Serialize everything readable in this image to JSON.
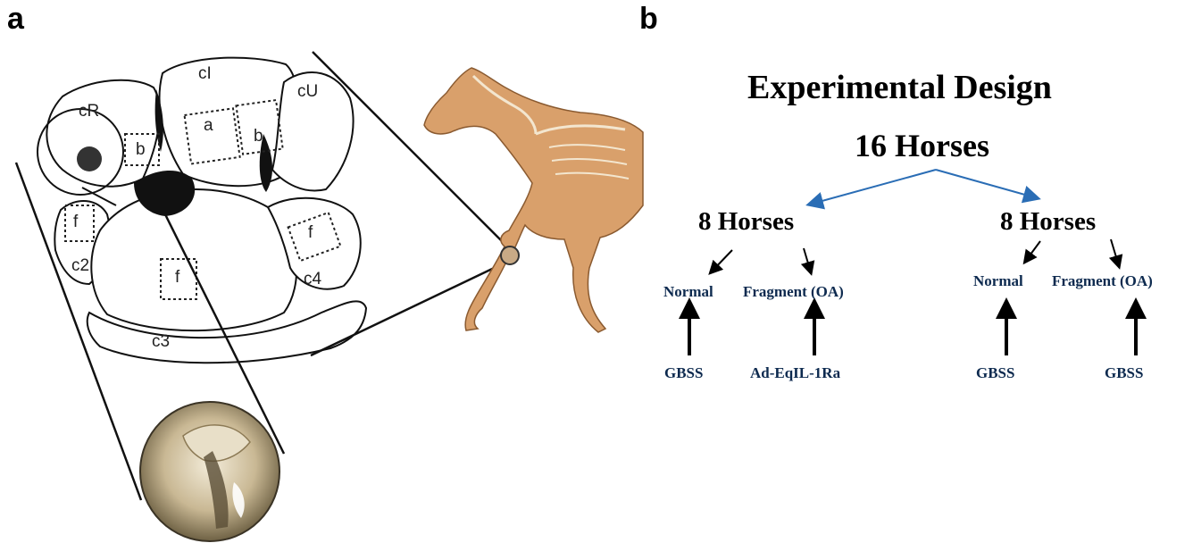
{
  "panel_labels": {
    "a": "a",
    "b": "b"
  },
  "bone_labels": {
    "cr": "cR",
    "ci": "cI",
    "cu": "cU",
    "a": "a",
    "b_left": "b",
    "b_right": "b",
    "f_left": "f",
    "f_center": "f",
    "f_right": "f",
    "c2": "c2",
    "c3": "c3",
    "c4": "c4"
  },
  "experimental_design": {
    "title": "Experimental Design",
    "root": "16 Horses",
    "groups": [
      {
        "label": "8 Horses",
        "arms": [
          {
            "condition": "Normal",
            "treatment": "GBSS"
          },
          {
            "condition": "Fragment (OA)",
            "treatment": "Ad-EqIL-1Ra"
          }
        ]
      },
      {
        "label": "8 Horses",
        "arms": [
          {
            "condition": "Normal",
            "treatment": "GBSS"
          },
          {
            "condition": "Fragment (OA)",
            "treatment": "GBSS"
          }
        ]
      }
    ]
  },
  "colors": {
    "root_arrow": "#2a6db5",
    "horse_body": "#d9a06b",
    "bone": "#f0e6d2"
  }
}
